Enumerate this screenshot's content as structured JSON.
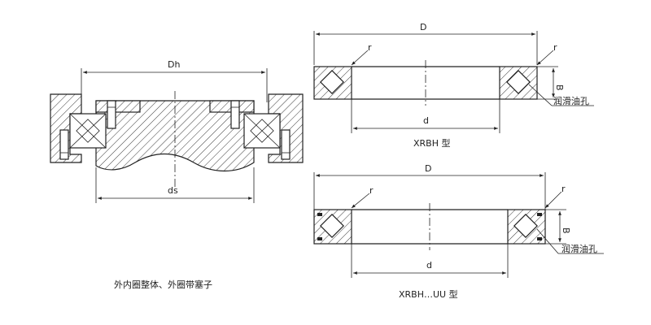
{
  "left_drawing": {
    "label_dh": "Dh",
    "label_ds": "ds",
    "caption": "外内圈整体、外圈带塞子"
  },
  "xrbh": {
    "label_D": "D",
    "label_d": "d",
    "label_r": "r",
    "label_B": "B",
    "oil_hole": "润滑油孔",
    "caption": "XRBH 型"
  },
  "xrbhuu": {
    "label_D": "D",
    "label_d": "d",
    "label_r": "r",
    "label_B": "B",
    "oil_hole": "润滑油孔",
    "caption": "XRBH…UU 型"
  }
}
